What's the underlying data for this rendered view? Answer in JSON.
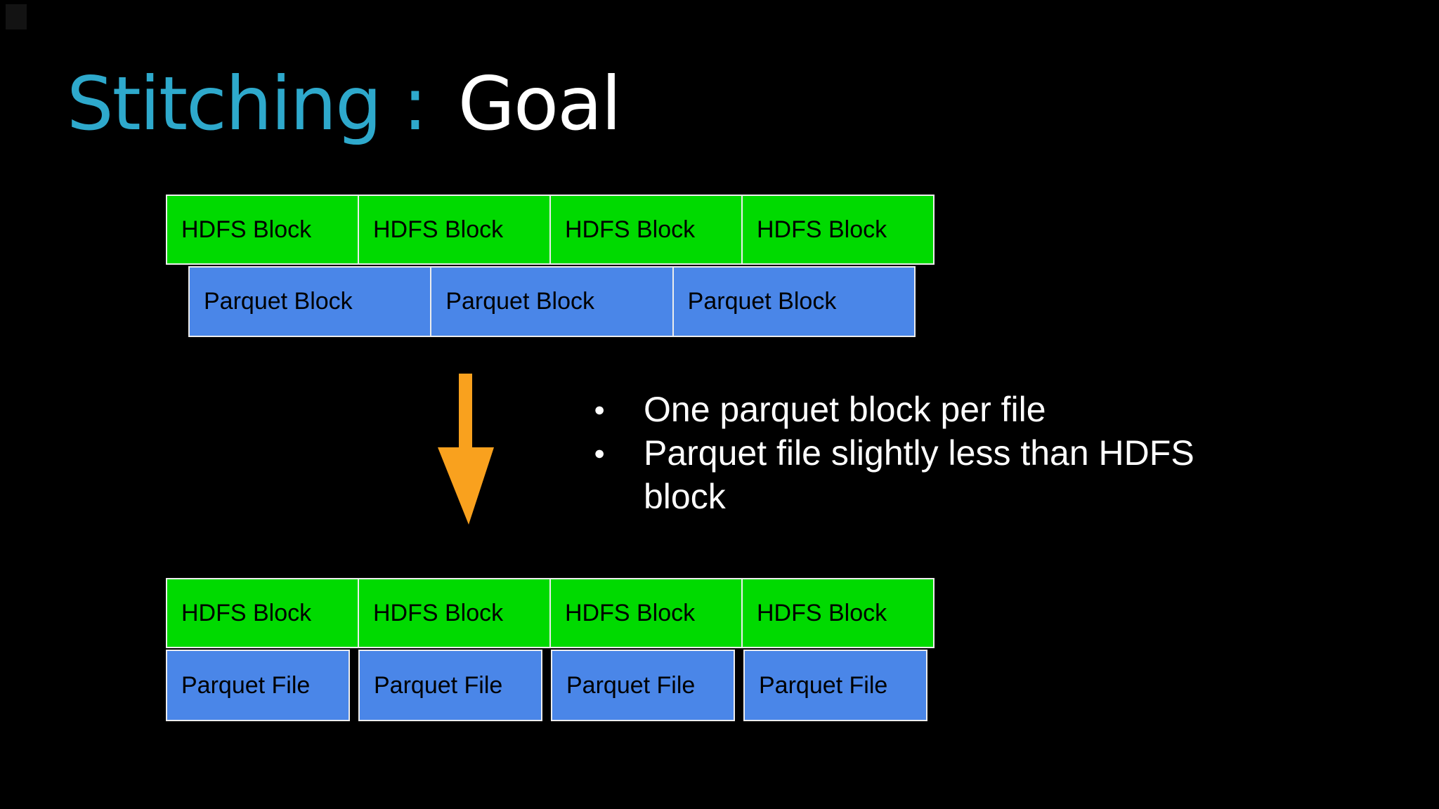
{
  "slide": {
    "title": {
      "highlight": "Stitching :",
      "rest": "Goal"
    }
  },
  "diagram_top": {
    "hdfs_blocks": [
      "HDFS Block",
      "HDFS Block",
      "HDFS Block",
      "HDFS Block"
    ],
    "parquet_blocks": [
      "Parquet Block",
      "Parquet Block",
      "Parquet Block"
    ]
  },
  "bullets": [
    {
      "lines": [
        "One parquet block per file"
      ]
    },
    {
      "lines": [
        "Parquet file slightly less than HDFS",
        "block"
      ]
    }
  ],
  "diagram_bottom": {
    "hdfs_blocks": [
      "HDFS Block",
      "HDFS Block",
      "HDFS Block",
      "HDFS Block"
    ],
    "parquet_files": [
      "Parquet File",
      "Parquet File",
      "Parquet File",
      "Parquet File"
    ]
  },
  "icons": {
    "arrow": "down-arrow-icon",
    "bullet_glyph": "●"
  },
  "colors": {
    "background": "#000000",
    "hdfs_green": "#00DA00",
    "parquet_blue": "#4A86E8",
    "block_border": "#EDEDED",
    "block_text": "#000000",
    "title_cyan": "#2EA9CC",
    "title_white": "#FFFFFF",
    "bullet_white": "#FFFFFF",
    "arrow_orange": "#F9A11E"
  }
}
